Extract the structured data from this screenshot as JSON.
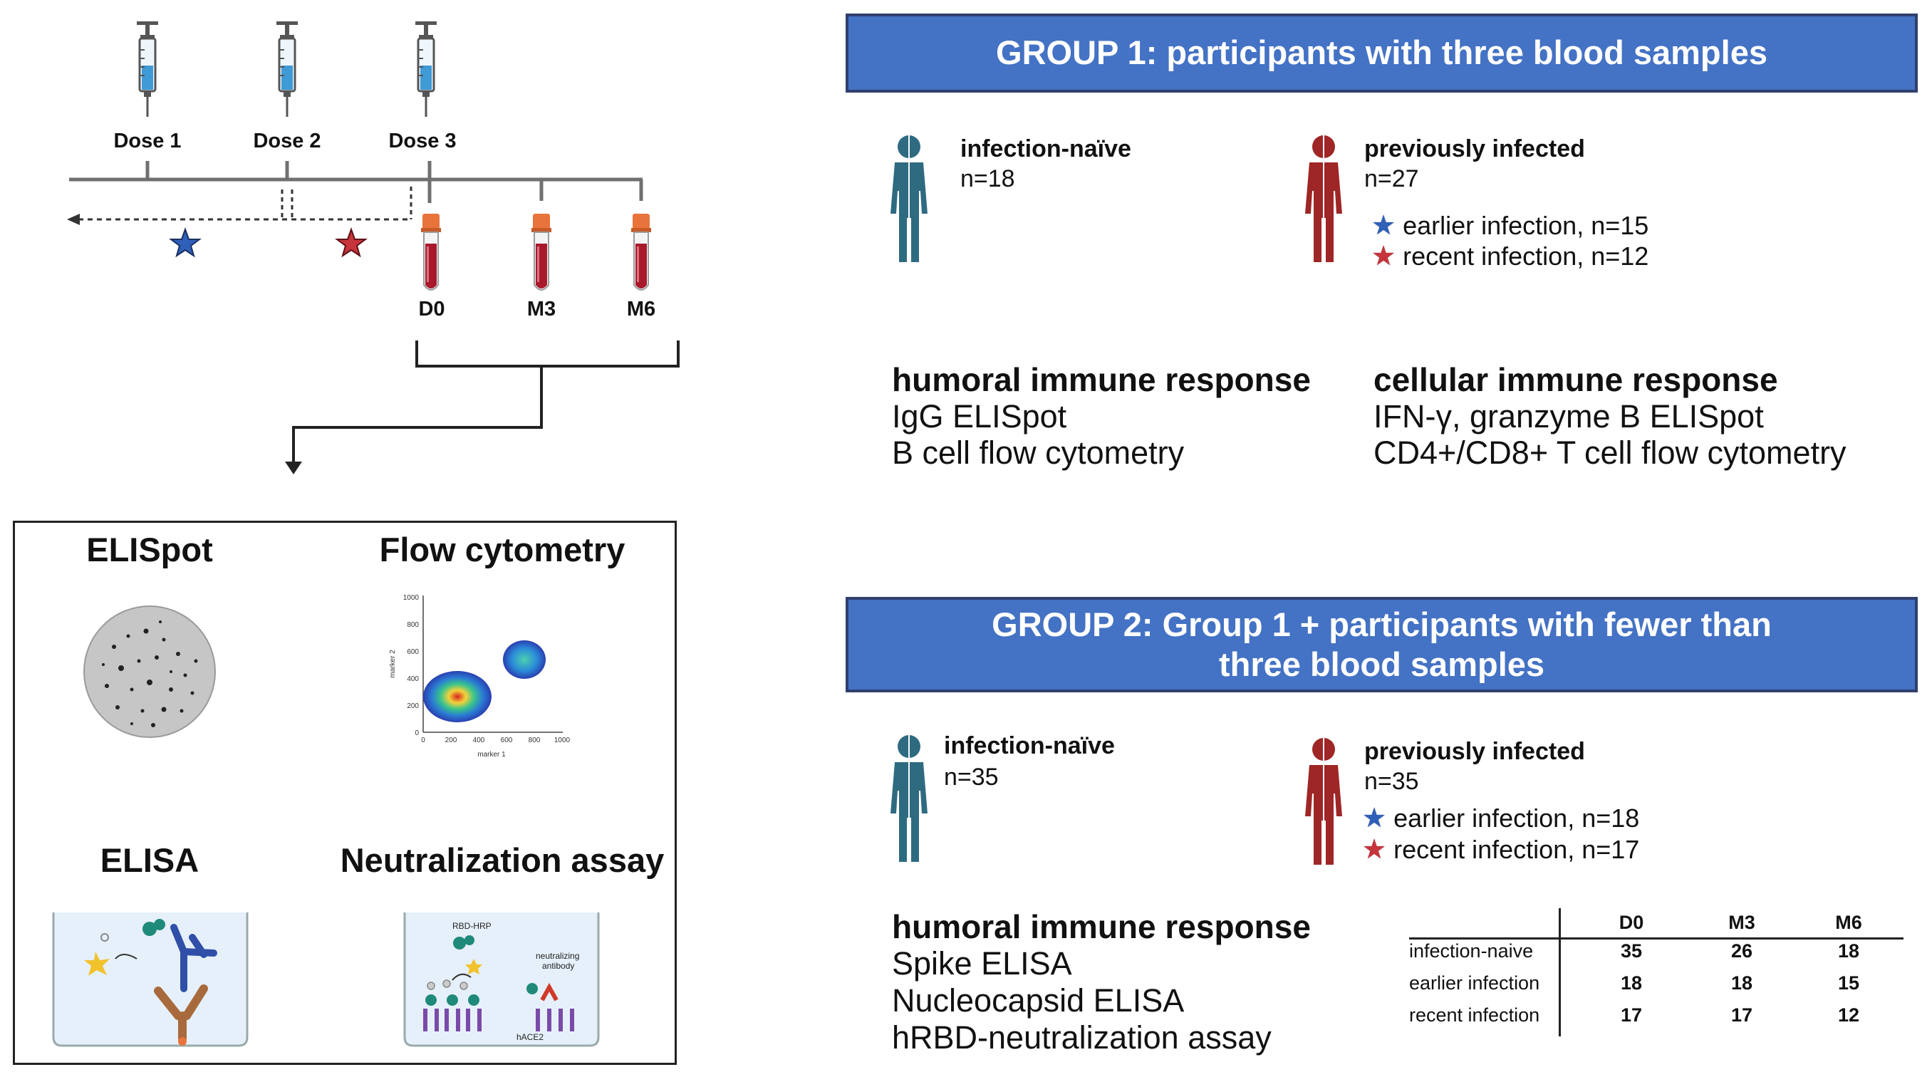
{
  "timeline": {
    "doses": [
      "Dose 1",
      "Dose 2",
      "Dose 3"
    ],
    "timepoints": [
      "D0",
      "M3",
      "M6"
    ]
  },
  "methods": {
    "elispot": "ELISpot",
    "flow": "Flow cytometry",
    "elisa": "ELISA",
    "neutralization": "Neutralization assay",
    "flow_plot": {
      "xlabel": "marker 1",
      "ylabel": "marker 2",
      "xticks": [
        "0",
        "200",
        "400",
        "600",
        "800",
        "1000"
      ],
      "yticks": [
        "0",
        "200",
        "400",
        "600",
        "800",
        "1000"
      ]
    },
    "neutralization_labels": {
      "rbd": "RBD-HRP",
      "antibody_line1": "neutralizing",
      "antibody_line2": "antibody",
      "receptor": "hACE2"
    }
  },
  "group1": {
    "header": "GROUP 1: participants with three blood samples",
    "naive": {
      "title": "infection-naïve",
      "n": "n=18"
    },
    "infected": {
      "title": "previously infected",
      "n": "n=27",
      "earlier": "earlier infection, n=15",
      "recent": "recent infection, n=12"
    },
    "humoral": {
      "title": "humoral immune response",
      "items": [
        "IgG ELISpot",
        "B cell flow cytometry"
      ]
    },
    "cellular": {
      "title": "cellular immune response",
      "items": [
        "IFN-γ, granzyme B ELISpot",
        "CD4+/CD8+ T cell flow cytometry"
      ]
    }
  },
  "group2": {
    "header_line1": "GROUP 2: Group 1 + participants with fewer than",
    "header_line2": "three blood samples",
    "naive": {
      "title": "infection-naïve",
      "n": "n=35"
    },
    "infected": {
      "title": "previously infected",
      "n": "n=35",
      "earlier": "earlier infection, n=18",
      "recent": "recent infection, n=17"
    },
    "humoral": {
      "title": "humoral immune response",
      "items": [
        "Spike ELISA",
        "Nucleocapsid ELISA",
        "hRBD-neutralization assay"
      ]
    },
    "table": {
      "columns": [
        "D0",
        "M3",
        "M6"
      ],
      "rows": [
        {
          "label": "infection-naive",
          "values": [
            "35",
            "26",
            "18"
          ]
        },
        {
          "label": "earlier infection",
          "values": [
            "18",
            "18",
            "15"
          ]
        },
        {
          "label": "recent infection",
          "values": [
            "17",
            "17",
            "12"
          ]
        }
      ]
    }
  },
  "colors": {
    "header_blue": "#4472c4",
    "naive_figure": "#2e6b80",
    "infected_figure": "#9e2626",
    "star_blue": "#2f5fb8",
    "star_red": "#c6343c"
  }
}
